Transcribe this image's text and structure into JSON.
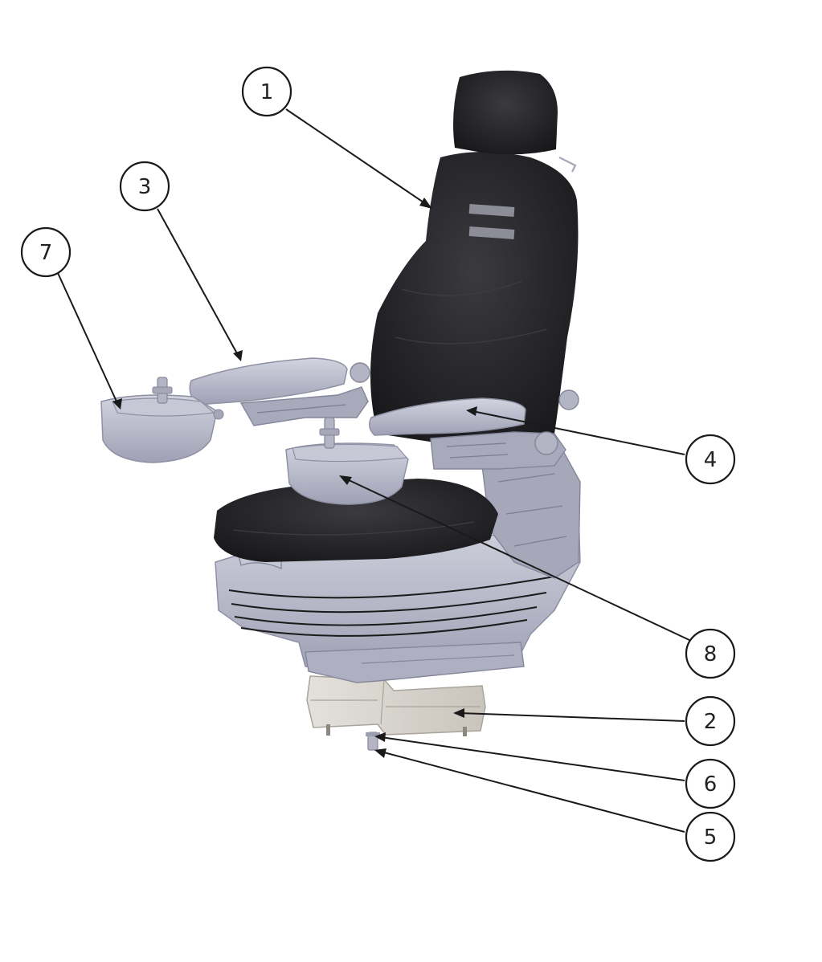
{
  "colors": {
    "fabric": "#1f1f22",
    "metal": "#b8b9c9",
    "bracket": "#d8d4ce",
    "callout_stroke": "#1a1a1a"
  },
  "callouts": [
    {
      "id": "c1",
      "label": "1"
    },
    {
      "id": "c2",
      "label": "2"
    },
    {
      "id": "c3",
      "label": "3"
    },
    {
      "id": "c4",
      "label": "4"
    },
    {
      "id": "c5",
      "label": "5"
    },
    {
      "id": "c6",
      "label": "6"
    },
    {
      "id": "c7",
      "label": "7"
    },
    {
      "id": "c8",
      "label": "8"
    }
  ]
}
